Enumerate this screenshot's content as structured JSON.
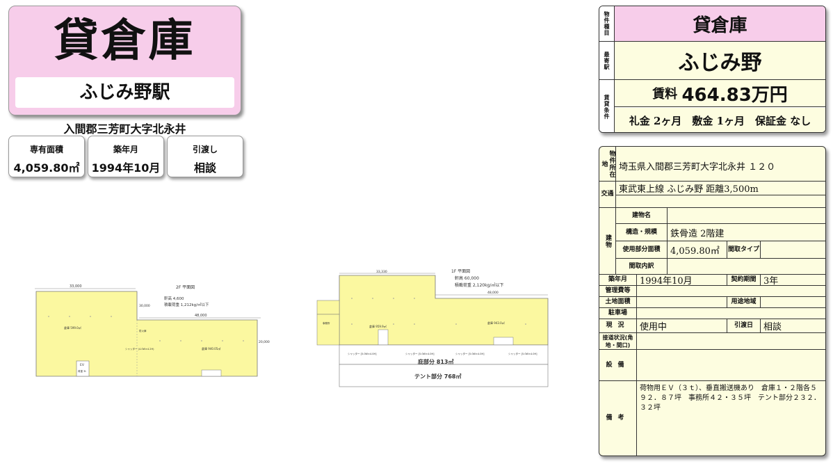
{
  "title": "貸倉庫",
  "station": "ふじみ野駅",
  "address_short": "入間郡三芳町大字北永井",
  "cards": [
    {
      "label": "専有面積",
      "value": "4,059.80㎡"
    },
    {
      "label": "築年月",
      "value": "1994年10月"
    },
    {
      "label": "引渡し",
      "value": "相談"
    }
  ],
  "plan2f": {
    "title": "2F 平面図",
    "eaves": "軒高 4,600",
    "load": "積載荷重 1,212kg/㎡以下",
    "dim_top": "33,000",
    "dim_mid": "48,000",
    "dim_left": "30,000",
    "dim_right": "20,000",
    "warehouse_a": "倉庫 599.0㎡",
    "warehouse_b": "倉庫 940.05㎡",
    "shutter": "シャッター (4.0W×4.2H)",
    "office": "防火扉",
    "ev": "EV",
    "ev_sub": "荷重 3t"
  },
  "plan1f": {
    "title": "1F 平面図",
    "eaves": "軒高 60,000",
    "load": "積載荷重 2,120kg/㎡以下",
    "dim_top": "33,330",
    "dim_mid": "48,000",
    "warehouse_a": "倉庫 959.9㎡",
    "warehouse_b": "倉庫 943.0㎡",
    "office": "事務所",
    "shutter_labels": [
      "シャッター [5.0W×4.0H]",
      "シャッター [5.0W×4.0H]",
      "シャッター [5.0W×4.0H]",
      "シャッター [5.0W×4.0H]"
    ],
    "eaves_part": "庇部分 813㎡",
    "tent_part": "テント部分 768㎡"
  },
  "summary": {
    "type_label": "物件種目",
    "type_value": "貸倉庫",
    "station_label": "最寄駅",
    "station_value": "ふじみ野",
    "rent_label": "賃貸条件",
    "rent_prefix": "賃料",
    "rent_value": "464.83万円",
    "conditions": "礼金 2ヶ月　敷金 1ヶ月　保証金 なし"
  },
  "detail": {
    "location_label": "物件所在地",
    "location_value": "埼玉県入間郡三芳町大字北永井 １２０",
    "traffic_label": "交通",
    "traffic_value": "東武東上線 ふじみ野 距離3,500m",
    "building_label": "建物",
    "building_name_label": "建物名",
    "building_name_value": "",
    "structure_label": "構造・規模",
    "structure_value": "鉄骨造 2階建",
    "area_label": "使用部分面積",
    "area_value": "4,059.80㎡",
    "layout_type_label": "間取タイプ",
    "layout_detail_label": "間取内訳",
    "built_label": "築年月",
    "built_value": "1994年10月",
    "contract_label": "契約期間",
    "contract_value": "3年",
    "mgmt_label": "管理費等",
    "land_label": "土地面積",
    "zoning_label": "用途地域",
    "parking_label": "駐車場",
    "status_label": "現況",
    "status_value": "使用中",
    "handover_label": "引渡日",
    "handover_value": "相談",
    "access_label": "接道状況(角地・間口)",
    "equipment_label": "設備",
    "remarks_label": "備考",
    "remarks_value": "荷物用ＥＶ（３ｔ）、垂直搬送機あり　倉庫１・２階各５９２．８７坪　事務所４２・３５坪　テント部分２３２．３２坪"
  }
}
